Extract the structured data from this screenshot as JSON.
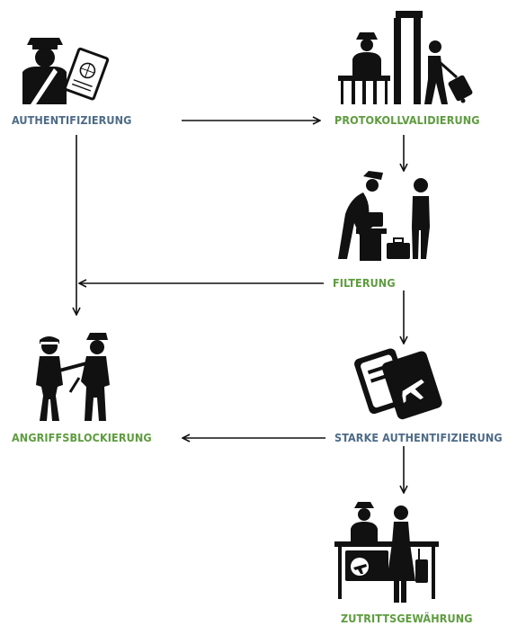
{
  "colors": {
    "blue_label": "#4e6b87",
    "green_label": "#5e9c3f",
    "ink": "#111111"
  },
  "nodes": [
    {
      "id": "authentifizierung",
      "label": "AUTHENTIFIZIERUNG",
      "color": "blue",
      "icon": "border-officer-with-passport-icon"
    },
    {
      "id": "protokollvalidierung",
      "label": "PROTOKOLLVALIDIERUNG",
      "color": "green",
      "icon": "security-checkpoint-scanner-icon"
    },
    {
      "id": "filterung",
      "label": "FILTERUNG",
      "color": "green",
      "icon": "luggage-inspection-icon"
    },
    {
      "id": "angriffsblockierung",
      "label": "ANGRIFFSBLOCKIERUNG",
      "color": "green",
      "icon": "police-arrest-icon"
    },
    {
      "id": "starke_authentifizierung",
      "label": "STARKE AUTHENTIFIZIERUNG",
      "color": "blue",
      "icon": "boarding-pass-cards-icon"
    },
    {
      "id": "zutrittsgewaehrung",
      "label": "ZUTRITTSGEWÄHRUNG",
      "color": "green",
      "icon": "boarding-gate-desk-icon"
    }
  ],
  "edges": [
    {
      "from": "authentifizierung",
      "to": "protokollvalidierung"
    },
    {
      "from": "authentifizierung",
      "to": "angriffsblockierung"
    },
    {
      "from": "protokollvalidierung",
      "to": "filterung"
    },
    {
      "from": "filterung",
      "to": "angriffsblockierung"
    },
    {
      "from": "filterung",
      "to": "starke_authentifizierung"
    },
    {
      "from": "starke_authentifizierung",
      "to": "angriffsblockierung"
    },
    {
      "from": "starke_authentifizierung",
      "to": "zutrittsgewaehrung"
    }
  ]
}
